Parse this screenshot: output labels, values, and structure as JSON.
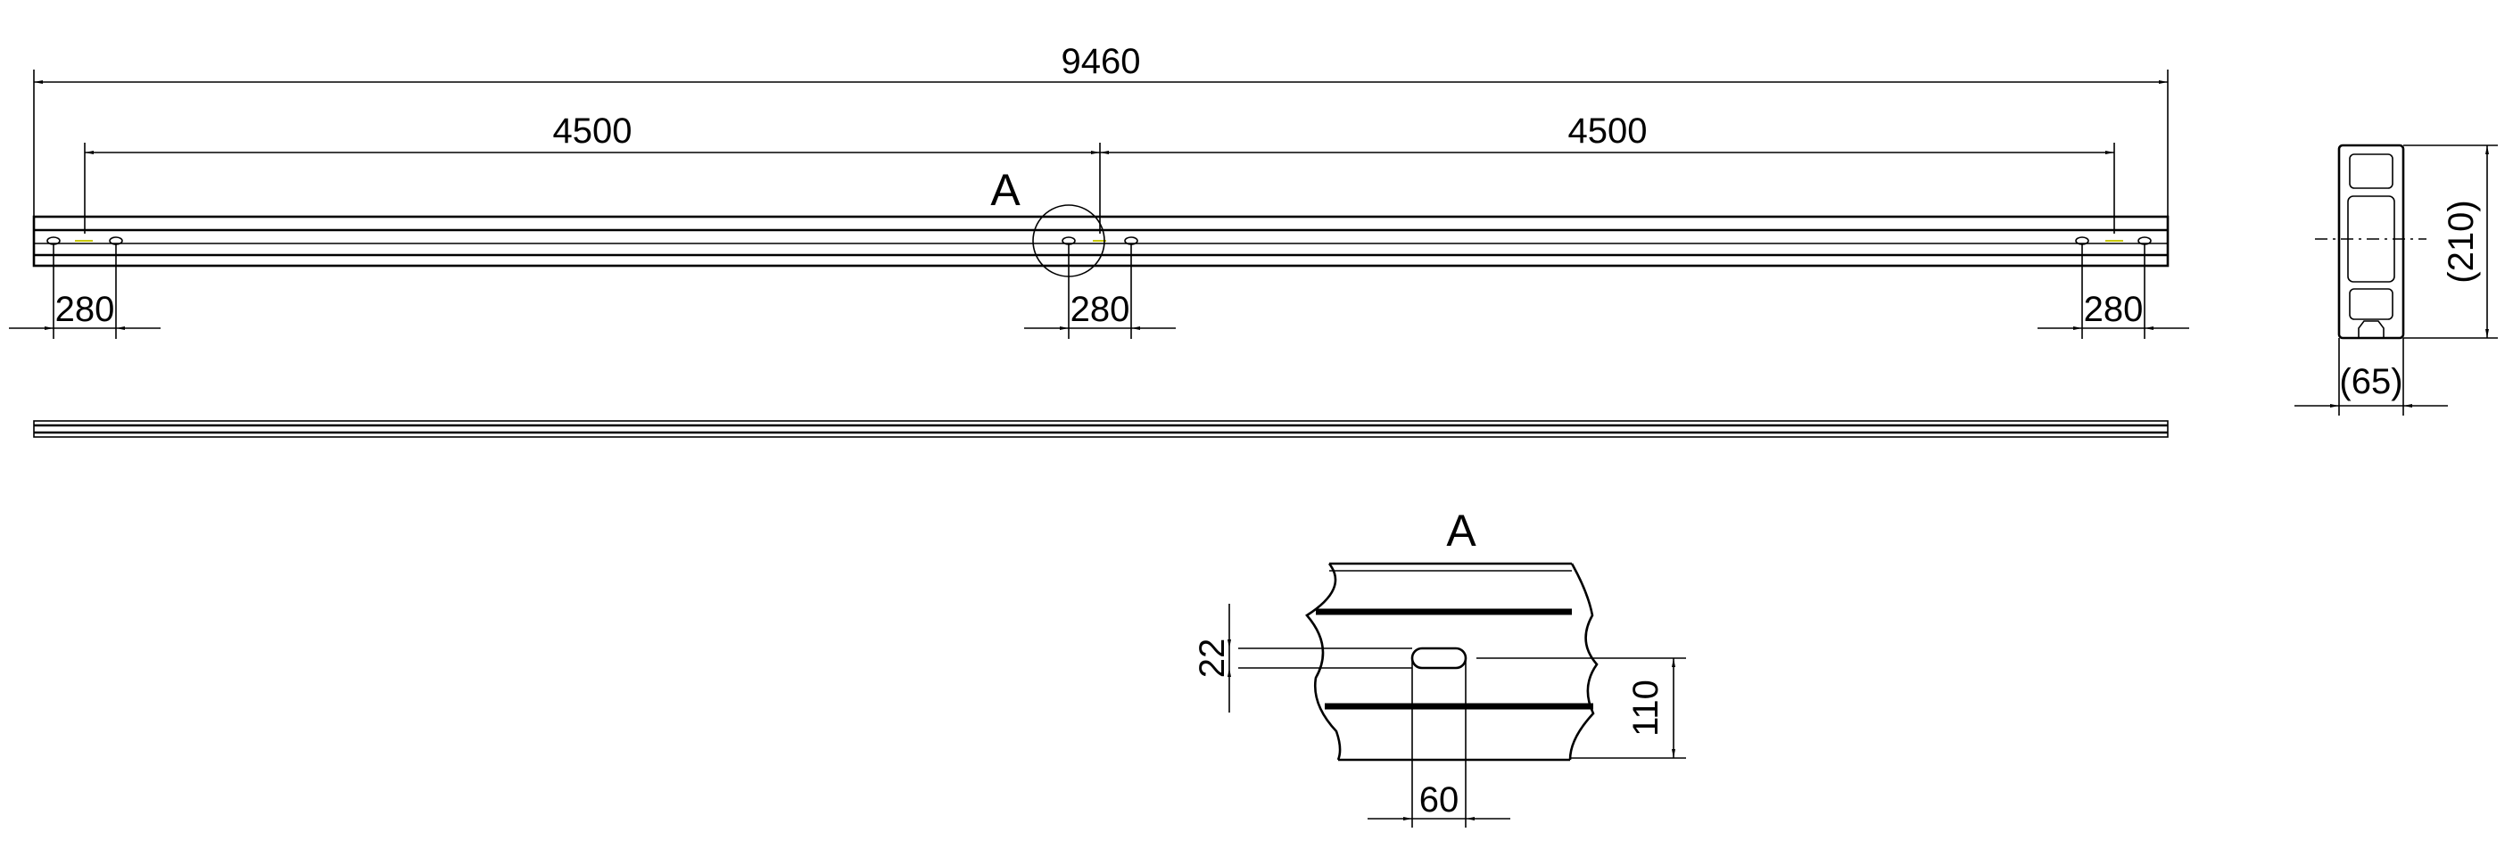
{
  "dimensions": {
    "overall_length": "9460",
    "span_left": "4500",
    "span_right": "4500",
    "hole_spacing_left": "280",
    "hole_spacing_center": "280",
    "hole_spacing_right": "280",
    "section_height": "(210)",
    "section_width": "(65)",
    "detail_slot_height": "22",
    "detail_slot_offset": "110",
    "detail_slot_width": "60"
  },
  "labels": {
    "detail_marker": "A",
    "detail_title": "A"
  }
}
